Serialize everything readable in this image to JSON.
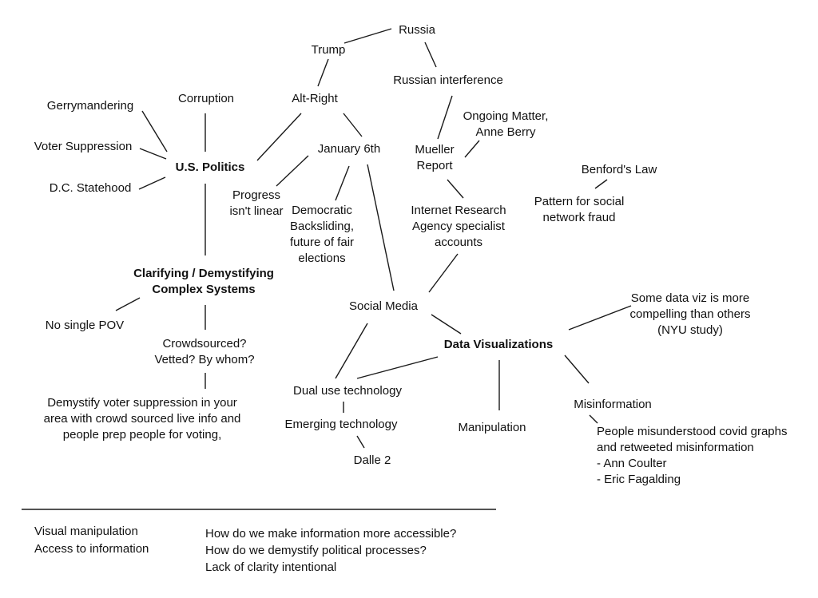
{
  "nodes": {
    "russia": "Russia",
    "trump": "Trump",
    "russian_interference": "Russian interference",
    "alt_right": "Alt-Right",
    "corruption": "Corruption",
    "gerrymandering": "Gerrymandering",
    "voter_suppression": "Voter Suppression",
    "us_politics": "U.S. Politics",
    "dc_statehood": "D.C. Statehood",
    "ongoing_matter": [
      "Ongoing Matter,",
      "Anne Berry"
    ],
    "mueller_report": [
      "Mueller",
      "Report"
    ],
    "january_6th": "January 6th",
    "progress_linear": [
      "Progress",
      "isn't linear"
    ],
    "democratic_backsliding": [
      "Democratic",
      "Backsliding,",
      "future of fair",
      "elections"
    ],
    "ira_accounts": [
      "Internet Research",
      "Agency specialist",
      "accounts"
    ],
    "benfords_law": "Benford's Law",
    "pattern_fraud": [
      "Pattern for social",
      "network fraud"
    ],
    "clarifying": [
      "Clarifying / Demystifying",
      "Complex Systems"
    ],
    "no_single_pov": "No single POV",
    "crowdsourced": [
      "Crowdsourced?",
      "Vetted? By whom?"
    ],
    "demystify_voter": [
      "Demystify voter suppression in your",
      "area with crowd sourced live info and",
      "people prep people for voting,"
    ],
    "social_media": "Social Media",
    "data_visualizations": "Data Visualizations",
    "some_data_viz": [
      "Some data viz is more",
      "compelling than others",
      "(NYU study)"
    ],
    "dual_use": "Dual use technology",
    "emerging_tech": "Emerging technology",
    "dalle2": "Dalle 2",
    "manipulation": "Manipulation",
    "misinformation": "Misinformation",
    "covid_graphs": [
      "People misunderstood covid graphs",
      "and retweeted misinformation",
      "-  Ann Coulter",
      "-  Eric Fagalding"
    ]
  },
  "footer": {
    "left": [
      "Visual manipulation",
      "Access to information"
    ],
    "right": [
      "How do we make information more accessible?",
      "How do we demystify political processes?",
      "Lack of clarity intentional"
    ]
  }
}
